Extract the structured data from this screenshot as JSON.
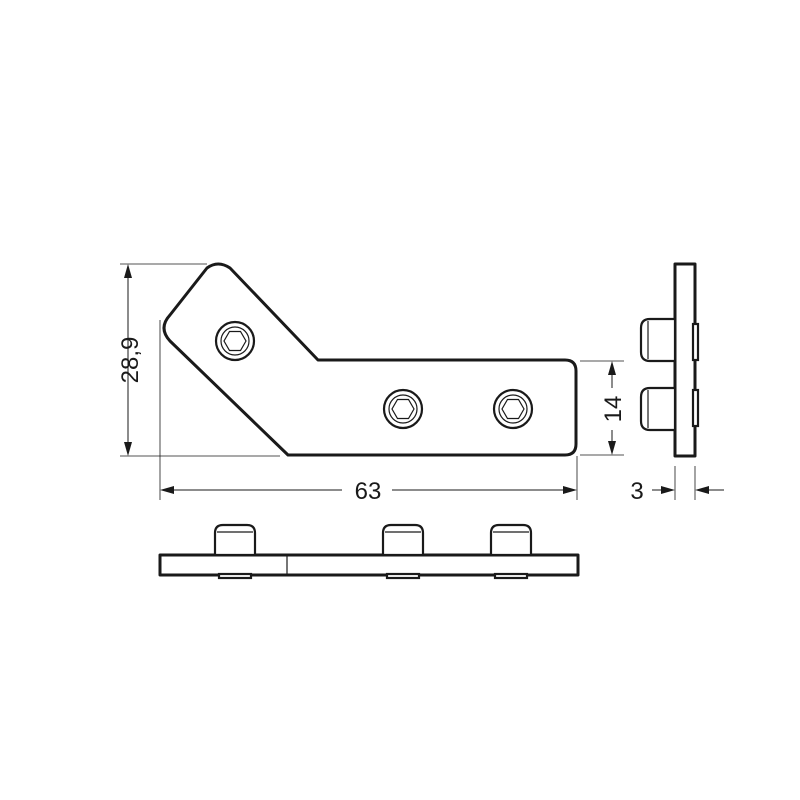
{
  "dimensions": {
    "height_overall": "28,9",
    "length_overall": "63",
    "arm_width": "14",
    "thickness": "3"
  },
  "colors": {
    "line": "#1a1a1a",
    "background": "#ffffff"
  }
}
